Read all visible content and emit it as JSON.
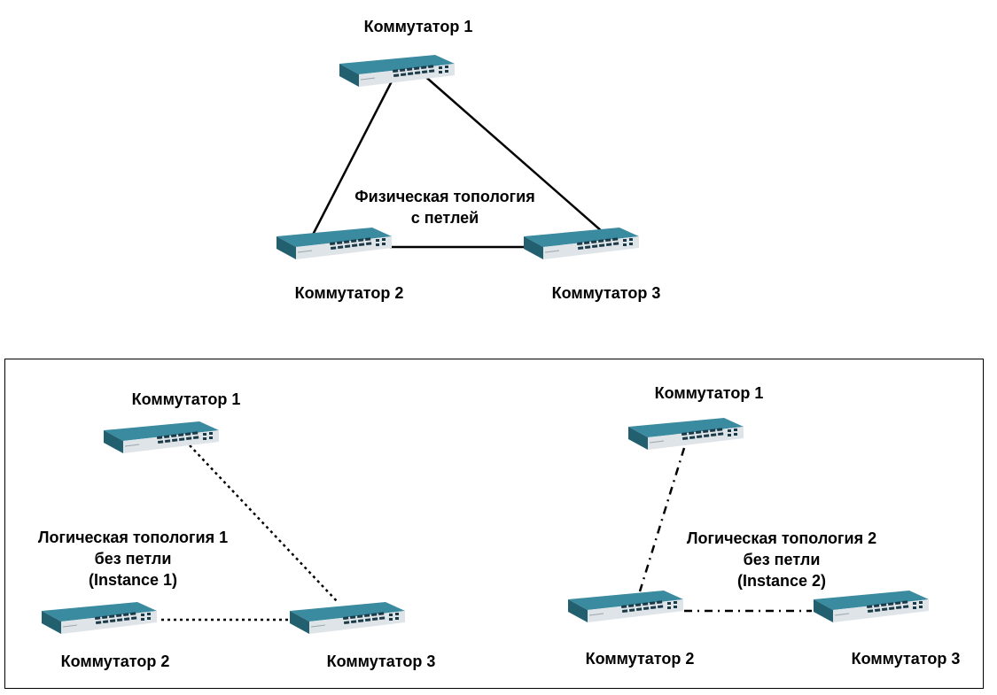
{
  "colors": {
    "switch_top": "#3a8aa0",
    "switch_front": "#dfe4e8",
    "switch_side": "#23606f",
    "port": "#1a3a48",
    "line": "#000000"
  },
  "icons": {
    "switch": "network-switch-icon"
  },
  "physical": {
    "caption_line1": "Физическая топология",
    "caption_line2": "с петлей",
    "switch1": "Коммутатор 1",
    "switch2": "Коммутатор 2",
    "switch3": "Коммутатор 3",
    "link_style": "solid"
  },
  "logical1": {
    "caption_line1": "Логическая топология 1",
    "caption_line2": "без петли",
    "caption_line3": "(Instance 1)",
    "switch1": "Коммутатор 1",
    "switch2": "Коммутатор 2",
    "switch3": "Коммутатор 3",
    "link_style": "dotted"
  },
  "logical2": {
    "caption_line1": "Логическая топология 2",
    "caption_line2": "без петли",
    "caption_line3": "(Instance 2)",
    "switch1": "Коммутатор 1",
    "switch2": "Коммутатор 2",
    "switch3": "Коммутатор 3",
    "link_style": "dash-dot"
  }
}
